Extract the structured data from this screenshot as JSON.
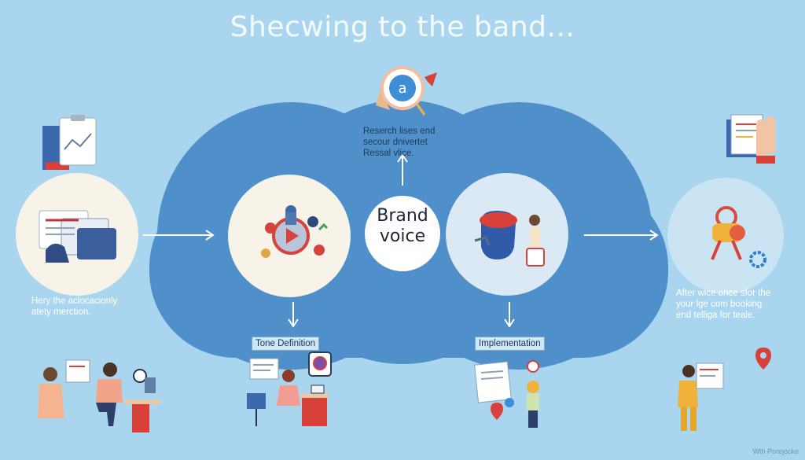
{
  "title": "Shecwing to the band...",
  "center": {
    "line1": "Brand",
    "line2": "voice"
  },
  "top_note": [
    "Reserch lises end",
    "secour dnivertet",
    "Ressal vlice."
  ],
  "left_note": [
    "Hery the aclocacionly",
    "atety merction."
  ],
  "right_note": [
    "After wice once sfor the",
    "your lge com booking",
    "end telliga for teale."
  ],
  "labels": {
    "tone": "Tone Definition",
    "implementation": "Implementation"
  },
  "badge_letter": "a",
  "watermark": "Wth Porejocke",
  "icons": {
    "left_circle": "document-review-icon",
    "tone_circle": "team-video-play-icon",
    "impl_circle": "brain-person-icon",
    "right_circle": "gears-tools-icon",
    "top_badge": "award-badge-icon",
    "top_left_clipboard": "clipboard-chart-icon",
    "top_right_docs": "hand-documents-icon",
    "location": "map-pin-icon"
  },
  "colors": {
    "background": "#a9d6ee",
    "band": "#4e8ec9",
    "circle_outer": "#f7f3ea",
    "accent_red": "#d9443d"
  }
}
